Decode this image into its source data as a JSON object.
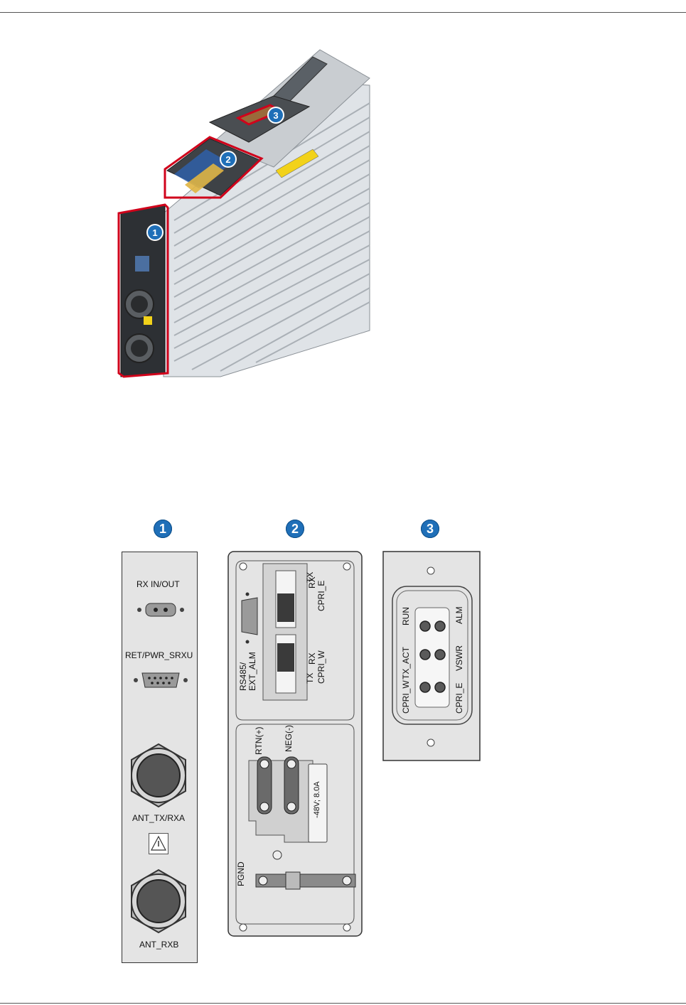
{
  "callouts": [
    "1",
    "2",
    "3"
  ],
  "panel1": {
    "rx_in_out": "RX IN/OUT",
    "ret_pwr": "RET/PWR_SRXU",
    "ant_txrxa": "ANT_TX/RXA",
    "ant_rxb": "ANT_RXB"
  },
  "panel2": {
    "tx": "TX",
    "rx": "RX",
    "cpri_e": "CPRI_E",
    "cpri_w": "CPRI_W",
    "rs485": "RS485/",
    "ext_alm": "EXT_ALM",
    "rtn": "RTN(+)",
    "neg": "NEG(-)",
    "power_rating": "-48V; 8.0A",
    "pgnd": "PGND"
  },
  "panel3": {
    "run": "RUN",
    "tx_act": "TX_ACT",
    "cpri_w": "CPRI_W",
    "alm": "ALM",
    "vswr": "VSWR",
    "cpri_e": "CPRI_E"
  },
  "colors": {
    "callout_blue": "#1f6fb8",
    "highlight_red": "#d0021b",
    "panel_gray": "#e4e4e4"
  }
}
